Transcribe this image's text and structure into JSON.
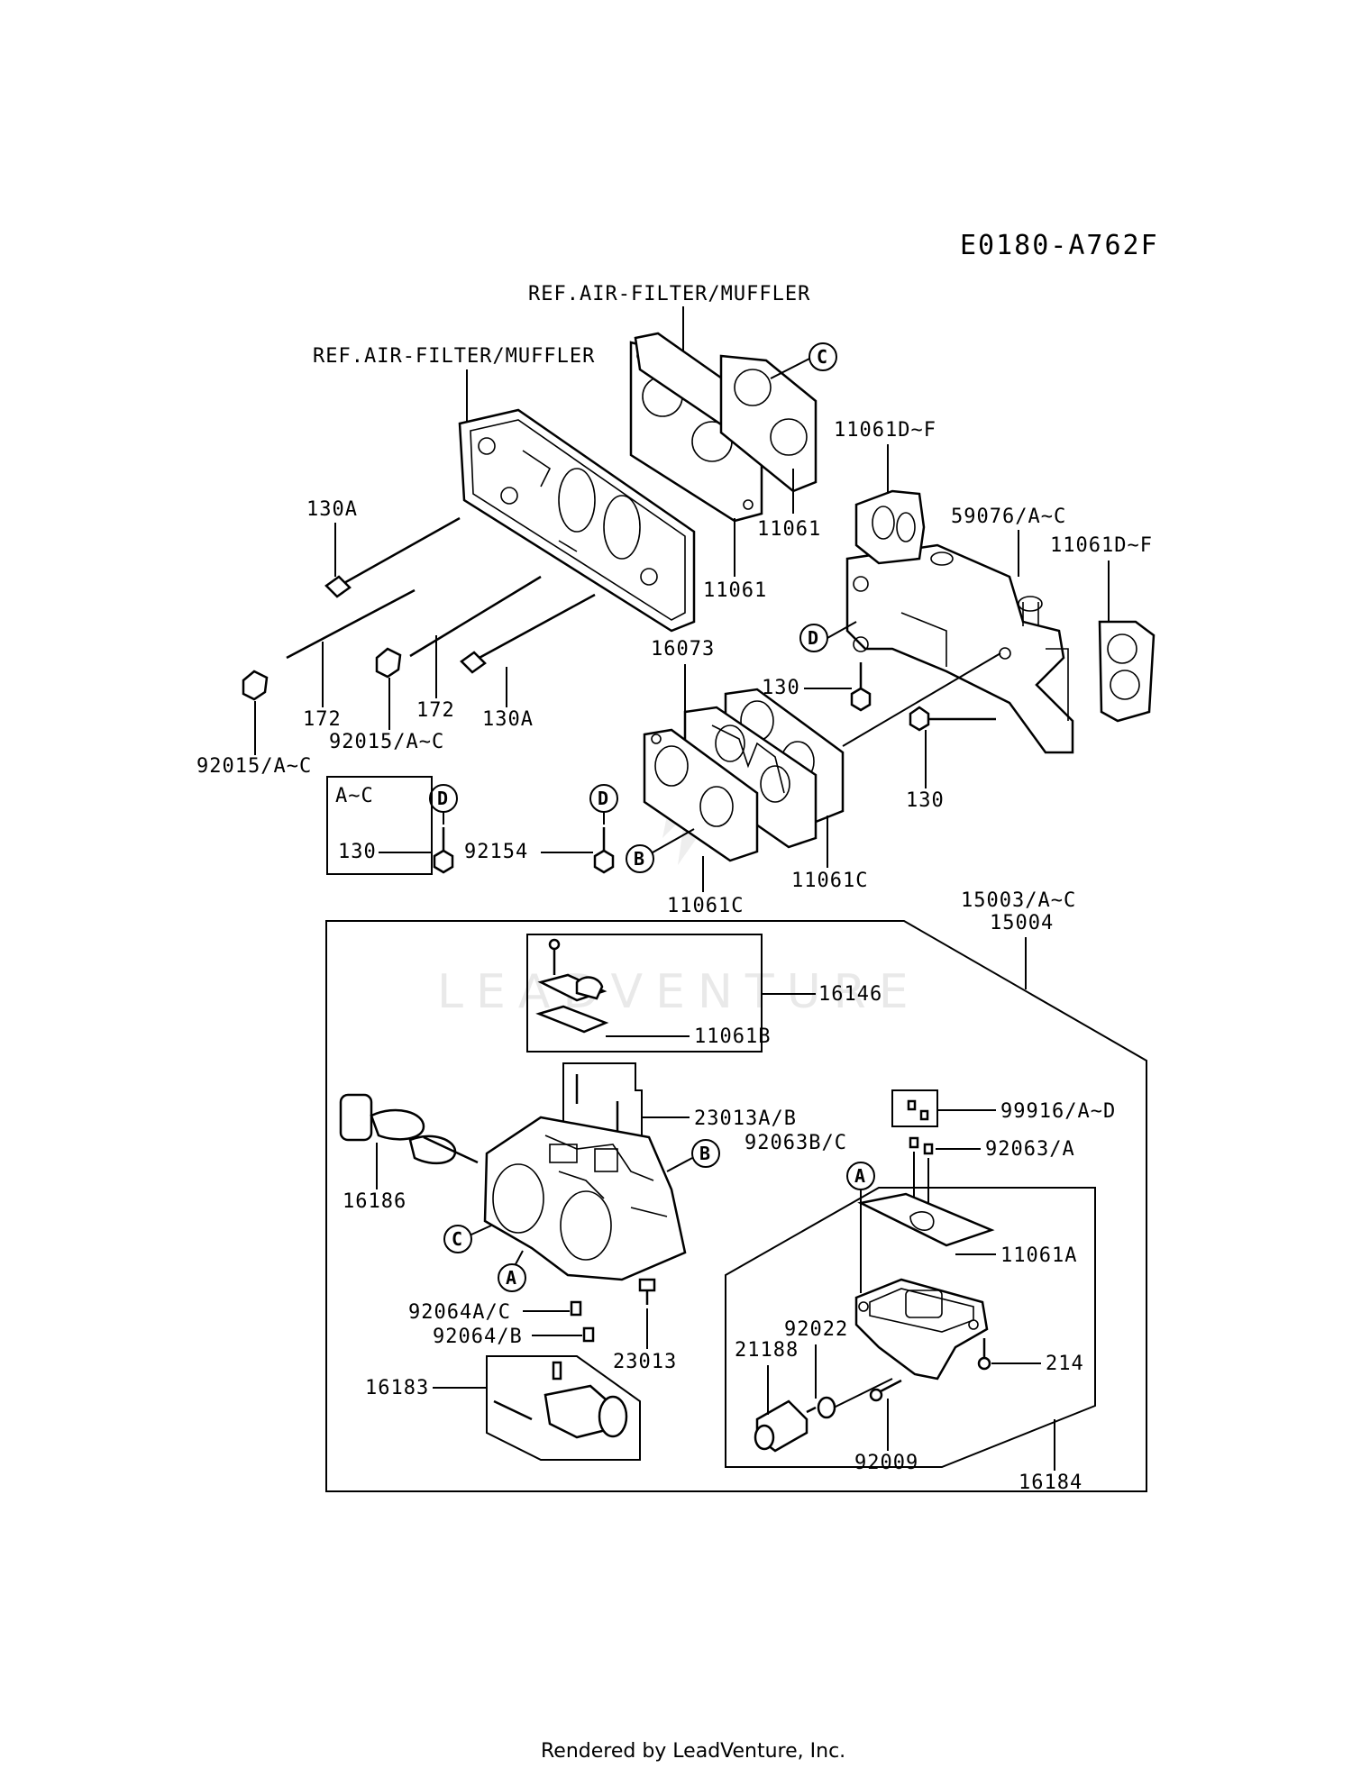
{
  "diagram_code": "E0180-A762F",
  "refs": {
    "air_filter_top": "REF.AIR-FILTER/MUFFLER",
    "air_filter_left": "REF.AIR-FILTER/MUFFLER"
  },
  "callouts": {
    "p11061d_f_top": "11061D~F",
    "p59076": "59076/A~C",
    "p11061d_f_right": "11061D~F",
    "p11061_upper": "11061",
    "p11061_lower": "11061",
    "p130a_upper": "130A",
    "p130a_lower": "130A",
    "p172_left": "172",
    "p172_right": "172",
    "p92015_left": "92015/A~C",
    "p92015_right": "92015/A~C",
    "p16073": "16073",
    "p130_mid": "130",
    "p130_right": "130",
    "p130_box": "130",
    "box_range": "A~C",
    "p92154": "92154",
    "p11061c_left": "11061C",
    "p11061c_right": "11061C",
    "p15003": "15003/A~C",
    "p15004": "15004",
    "p16146": "16146",
    "p11061b": "11061B",
    "p23013ab": "23013A/B",
    "p99916": "99916/A~D",
    "p92063bc": "92063B/C",
    "p92063a": "92063/A",
    "p16186": "16186",
    "p11061a": "11061A",
    "p92064ac": "92064A/C",
    "p92064b": "92064/B",
    "p23013": "23013",
    "p92022": "92022",
    "p21188": "21188",
    "p214": "214",
    "p16183": "16183",
    "p92009": "92009",
    "p16184": "16184"
  },
  "markers": {
    "a": "A",
    "b": "B",
    "c": "C",
    "d": "D"
  },
  "watermark": "LEADVENTURE",
  "footer": "Rendered by LeadVenture, Inc."
}
